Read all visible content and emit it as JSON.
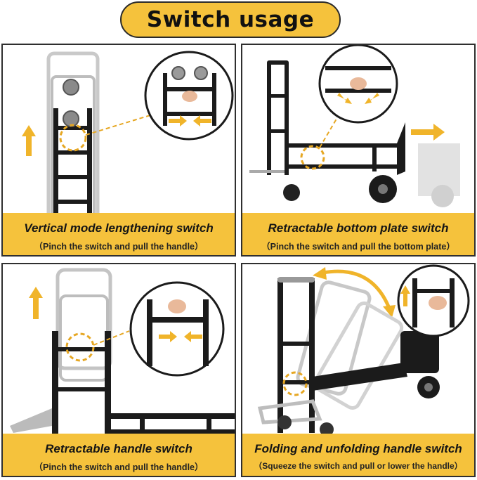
{
  "header": {
    "title": "Switch usage"
  },
  "panels": [
    {
      "caption": "Vertical mode lengthening switch",
      "subcaption": "（Pinch the switch and pull the handle）"
    },
    {
      "caption": "Retractable bottom plate switch",
      "subcaption": "（Pinch the switch and pull the bottom plate）"
    },
    {
      "caption": "Retractable handle switch",
      "subcaption": "（Pinch the switch and pull the handle）"
    },
    {
      "caption": "Folding and unfolding handle switch",
      "subcaption": "（Squeeze the switch and pull or lower the handle）"
    }
  ],
  "colors": {
    "accent": "#f5c23c",
    "arrow": "#f0b42a",
    "frame": "#1b1b1b",
    "border": "#2f2f2f"
  },
  "icons": [
    "arrow-up-icon",
    "arrow-right-icon",
    "arrows-pinch-icon",
    "curved-double-arrow-icon",
    "hand-icon"
  ]
}
